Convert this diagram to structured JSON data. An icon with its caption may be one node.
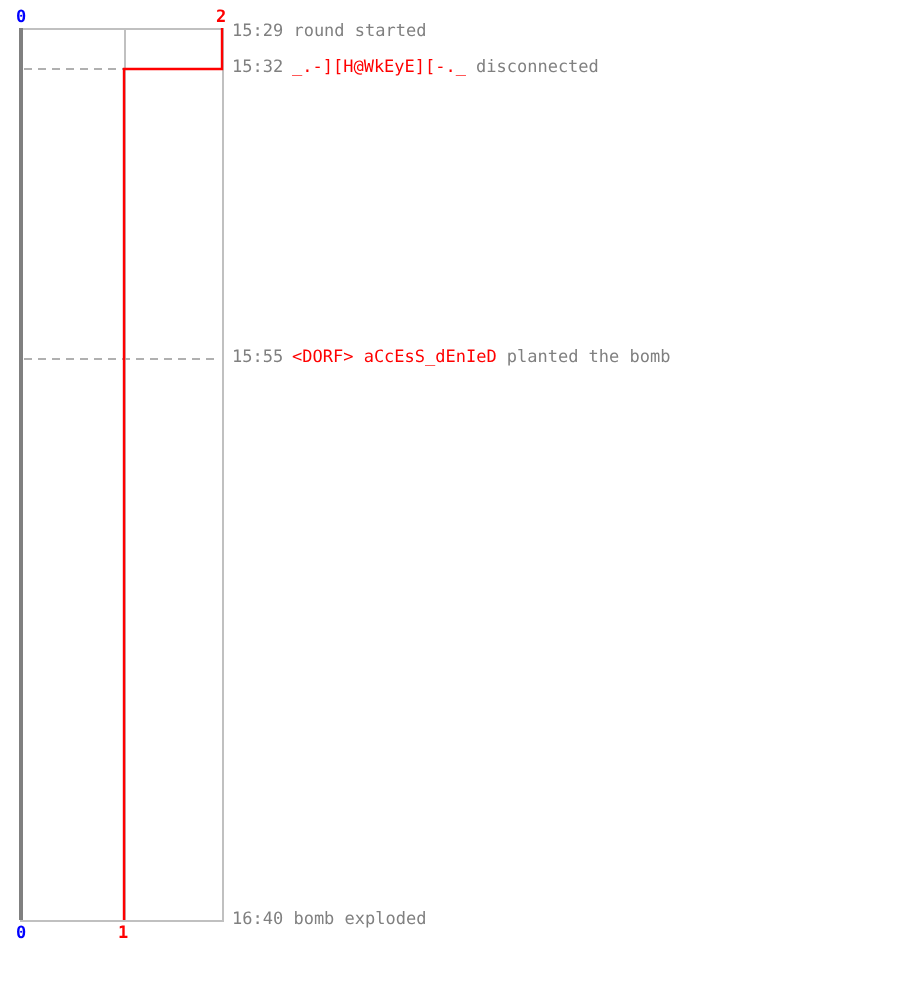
{
  "diagram": {
    "labels": [
      "0",
      "2",
      "15:29 round started",
      "15:32",
      "_.-][H@WkEyE][-._",
      "disconnected",
      "15:55",
      "<DORF> aCcEsS_dEnIeD",
      "planted the bomb",
      "16:40 bomb exploded",
      "0",
      "1"
    ]
  }
}
